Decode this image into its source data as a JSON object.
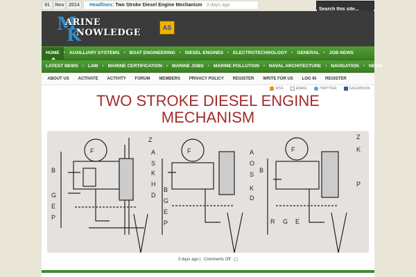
{
  "date": {
    "day": "01",
    "month": "Nov",
    "year": "2014"
  },
  "headlines": {
    "label": "Headlines:",
    "title": "Two Stroke Diesel Engine Mechanism",
    "time": "3 days ago"
  },
  "search": {
    "placeholder": "Search this site..."
  },
  "logo": {
    "big_m": "M",
    "big_k": "K",
    "line1": "ARINE",
    "line2": "NOWLEDGE",
    "badge": "AS"
  },
  "nav_primary": [
    "HOME",
    "AUXILLIARY SYSTEMS",
    "BOAT ENGINEERING",
    "DIESEL ENGINES",
    "ELECTROTECHNOLOGY",
    "GENERAL",
    "JOB NEWS"
  ],
  "nav_secondary": [
    "LATEST NEWS",
    "LAW",
    "MARINE CERTIFICATION",
    "MARINE JOBS",
    "MARINE POLLUTION",
    "NAVAL ARCHITECTURE",
    "NAVIGATION",
    "NEWS"
  ],
  "subnav": [
    "ABOUT US",
    "ACTIVATE",
    "ACTIVITY",
    "FORUM",
    "MEMBERS",
    "PRIVACY POLICY",
    "REGISTER",
    "WRITE FOR US",
    "LOG IN",
    "REGISTER"
  ],
  "social": {
    "rss": "RSS",
    "email": "EMAIL",
    "twitter": "TWITTER",
    "facebook": "FACEBOOK"
  },
  "article": {
    "title_line1": "TWO STROKE DIESEL ENGINE",
    "title_line2": "MECHANISM",
    "meta_time": "3 days ago",
    "meta_comments": "Comments Off"
  },
  "diagram_labels": {
    "panel1": [
      "F",
      "Z",
      "A",
      "S",
      "K",
      "H",
      "D",
      "B",
      "G",
      "E",
      "P"
    ],
    "panel2": [
      "F",
      "A",
      "O",
      "S",
      "K",
      "B",
      "G",
      "E",
      "P",
      "D"
    ],
    "panel3": [
      "F",
      "Z",
      "K",
      "B",
      "P",
      "R",
      "G",
      "E"
    ]
  },
  "colors": {
    "accent_green": "#3b7f24",
    "title_red": "#a52a2a",
    "link_blue": "#1d7fb0"
  }
}
